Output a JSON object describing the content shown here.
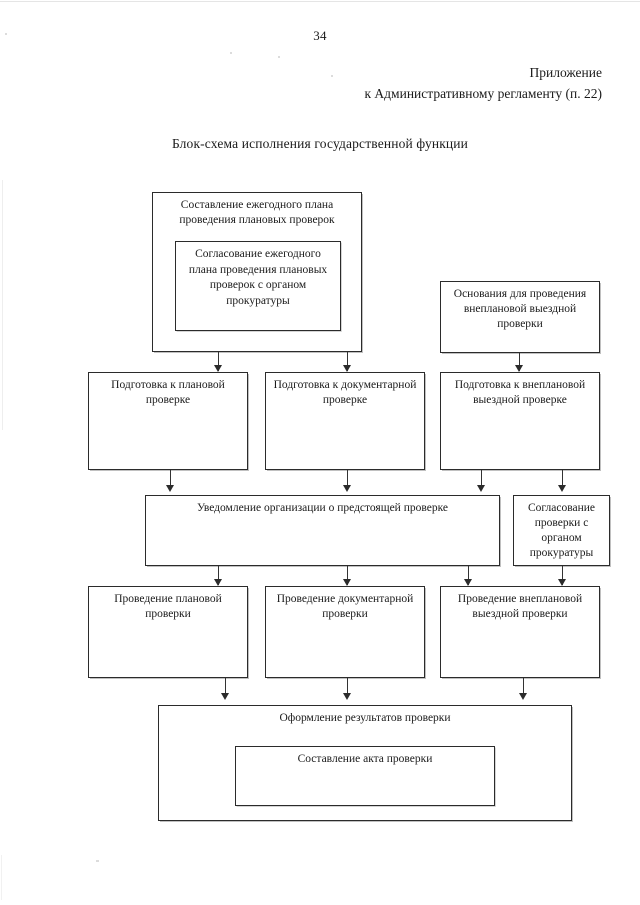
{
  "page": {
    "number": "34",
    "appendix_line1": "Приложение",
    "appendix_line2": "к Административному регламенту (п. 22)",
    "scheme_title": "Блок-схема исполнения государственной функции"
  },
  "flowchart": {
    "nodes": {
      "annual_plan": "Составление ежегодного плана проведения плановых проверок",
      "annual_plan_approval": "Согласование ежегодного плана проведения плановых проверок с органом прокуратуры",
      "unscheduled_grounds": "Основания для проведения внеплановой выездной проверки",
      "prep_scheduled": "Подготовка к плановой проверке",
      "prep_documentary": "Подготовка к документарной проверке",
      "prep_unscheduled": "Подготовка к внеплановой выездной проверке",
      "notification": "Уведомление организации о предстоящей проверке",
      "prosecutor_approval": "Согласование проверки с органом прокуратуры",
      "conduct_scheduled": "Проведение плановой проверки",
      "conduct_documentary": "Проведение документарной проверки",
      "conduct_unscheduled": "Проведение внеплановой выездной проверки",
      "results": "Оформление результатов проверки",
      "act": "Составление акта проверки"
    }
  }
}
